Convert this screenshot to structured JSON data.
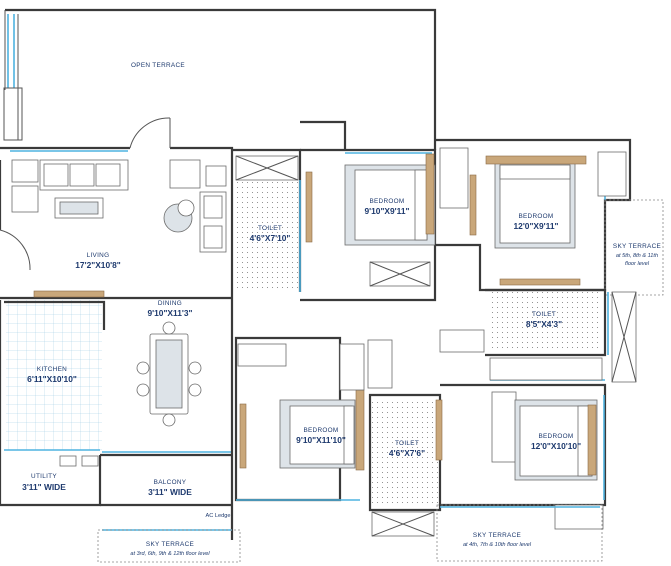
{
  "rooms": {
    "open_terrace": {
      "name": "OPEN TERRACE"
    },
    "living": {
      "name": "LIVING",
      "dim": "17'2\"X10'8\""
    },
    "dining": {
      "name": "DINING",
      "dim": "9'10\"X11'3\""
    },
    "kitchen": {
      "name": "KITCHEN",
      "dim": "6'11\"X10'10\""
    },
    "utility": {
      "name": "UTILITY",
      "dim": "3'11\" WIDE"
    },
    "balcony": {
      "name": "BALCONY",
      "dim": "3'11\" WIDE"
    },
    "toilet_1": {
      "name": "TOILET",
      "dim": "4'6\"X7'10\""
    },
    "bedroom_1": {
      "name": "BEDROOM",
      "dim": "9'10\"X9'11\""
    },
    "bedroom_2": {
      "name": "BEDROOM",
      "dim": "12'0\"X9'11\""
    },
    "toilet_2": {
      "name": "TOILET",
      "dim": "8'5\"X4'3\""
    },
    "bedroom_3": {
      "name": "BEDROOM",
      "dim": "9'10\"X11'10\""
    },
    "toilet_3": {
      "name": "TOILET",
      "dim": "4'6\"X7'6\""
    },
    "bedroom_4": {
      "name": "BEDROOM",
      "dim": "12'0\"X10'10\""
    }
  },
  "terraces": {
    "right": {
      "name": "SKY TERRACE",
      "note_line1": "at 5th, 8th & 11th",
      "note_line2": "floor level"
    },
    "bottom_left": {
      "name": "SKY TERRACE",
      "note": "at 3rd, 6th, 9th & 12th floor level"
    },
    "bottom_right": {
      "name": "SKY TERRACE",
      "note": "at 4th, 7th & 10th floor level"
    }
  },
  "annotations": {
    "ac_ledge": "AC Ledge"
  },
  "colors": {
    "label": "#1e3a6e",
    "glass": "#4fb3e0",
    "wood": "#c9a77a",
    "wall": "#3a3a3a"
  }
}
